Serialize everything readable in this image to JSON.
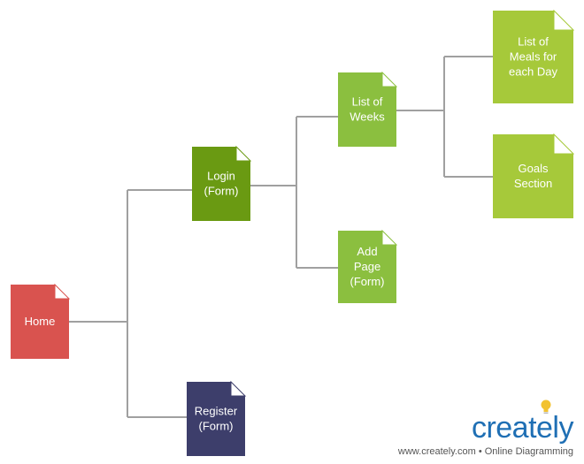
{
  "nodes": {
    "home": {
      "lines": [
        "Home"
      ],
      "color": "#d9534f"
    },
    "login": {
      "lines": [
        "Login",
        "(Form)"
      ],
      "color": "#6a9a12"
    },
    "register": {
      "lines": [
        "Register",
        "(Form)"
      ],
      "color": "#3d3e6b"
    },
    "weeks": {
      "lines": [
        "List of",
        "Weeks"
      ],
      "color": "#8bbf3f"
    },
    "add_page": {
      "lines": [
        "Add",
        "Page",
        "(Form)"
      ],
      "color": "#8bbf3f"
    },
    "meals": {
      "lines": [
        "List of",
        "Meals for",
        "each Day"
      ],
      "color": "#a6c93a"
    },
    "goals": {
      "lines": [
        "Goals",
        "Section"
      ],
      "color": "#a6c93a"
    }
  },
  "colors": {
    "connector": "#a0a0a0",
    "fold": "#ffffff",
    "brand": "#1f6fb4",
    "bulb": "#f2c230"
  },
  "watermark": {
    "brand_text": "creately",
    "website": "www.creately.com",
    "separator": "•",
    "tagline": "Online Diagramming"
  }
}
